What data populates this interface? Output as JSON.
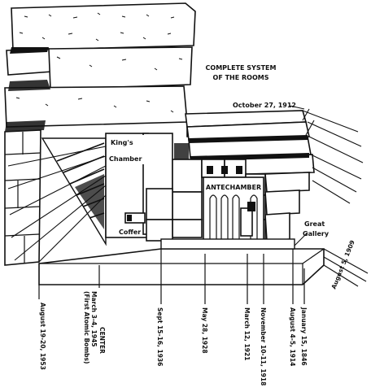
{
  "title": {
    "line1": "COMPLETE SYSTEM",
    "line2": "OF THE ROOMS"
  },
  "chambers": {
    "kings_chamber": {
      "line1": "King's",
      "line2": "Chamber"
    },
    "coffer": "Coffer",
    "antechamber": "ANTECHAMBER",
    "great_gallery": {
      "line1": "Great",
      "line2": "Gallery"
    }
  },
  "top_date": "October 27, 1912",
  "timeline": [
    {
      "line1": "August 19-20, 1953",
      "line2": ""
    },
    {
      "line1": "March 3-4, 1945",
      "line2": "(First Atomic Bombs)",
      "header": "CENTER"
    },
    {
      "line1": "Sept 15-16, 1936",
      "line2": ""
    },
    {
      "line1": "May 28, 1928",
      "line2": ""
    },
    {
      "line1": "March 12, 1921",
      "line2": ""
    },
    {
      "line1": "November 10-11, 1918",
      "line2": ""
    },
    {
      "line1": "August 4-5, 1914",
      "line2": ""
    },
    {
      "line1": "January 15, 1846",
      "line2": ""
    }
  ],
  "slope_date": "August 5, 1909"
}
